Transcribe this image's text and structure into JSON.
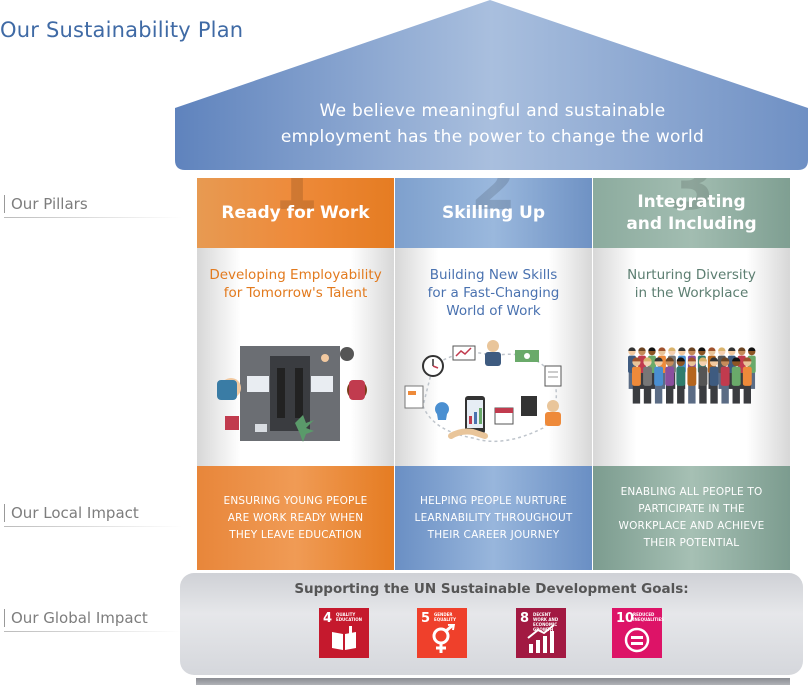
{
  "title": "Our Sustainability Plan",
  "roof": {
    "line1": "We believe meaningful and sustainable",
    "line2": "employment has the power to change the world"
  },
  "side_labels": {
    "pillars": "Our Pillars",
    "local": "Our Local Impact",
    "global": "Our Global Impact"
  },
  "pillars": [
    {
      "number": "1",
      "heading": [
        "Ready for Work"
      ],
      "subtitle": [
        "Developing Employability",
        "for Tomorrow's Talent"
      ],
      "impact": [
        "ENSURING YOUNG PEOPLE",
        "ARE WORK READY WHEN",
        "THEY LEAVE EDUCATION"
      ]
    },
    {
      "number": "2",
      "heading": [
        "Skilling Up"
      ],
      "subtitle": [
        "Building New Skills",
        "for a Fast-Changing",
        "World of Work"
      ],
      "impact": [
        "HELPING PEOPLE NURTURE",
        "LEARNABILITY THROUGHOUT",
        "THEIR CAREER JOURNEY"
      ]
    },
    {
      "number": "3",
      "heading": [
        "Integrating",
        "and Including"
      ],
      "subtitle": [
        "Nurturing Diversity",
        "in the Workplace"
      ],
      "impact": [
        "ENABLING ALL PEOPLE TO",
        "PARTICIPATE IN THE",
        "WORKPLACE AND ACHIEVE",
        "THEIR POTENTIAL"
      ]
    }
  ],
  "global": {
    "title": "Supporting the UN Sustainable Development Goals:",
    "goals": [
      {
        "number": "4",
        "label": "QUALITY EDUCATION",
        "color": "#c5192d"
      },
      {
        "number": "5",
        "label": "GENDER EQUALITY",
        "color": "#ef402b"
      },
      {
        "number": "8",
        "label": "DECENT WORK AND ECONOMIC GROWTH",
        "color": "#a21942"
      },
      {
        "number": "10",
        "label": "REDUCED INEQUALITIES",
        "color": "#dd1367"
      }
    ]
  },
  "colors": {
    "title": "#3f6aa5",
    "roof": "#8fa8cf",
    "pillar1": "#ee8a3a",
    "pillar2": "#8aaad6",
    "pillar3": "#94b2a6"
  },
  "icons": [
    "desk-meeting-illustration",
    "skills-network-illustration",
    "diverse-crowd-illustration",
    "book-icon",
    "gender-icon",
    "growth-chart-icon",
    "equality-icon"
  ]
}
